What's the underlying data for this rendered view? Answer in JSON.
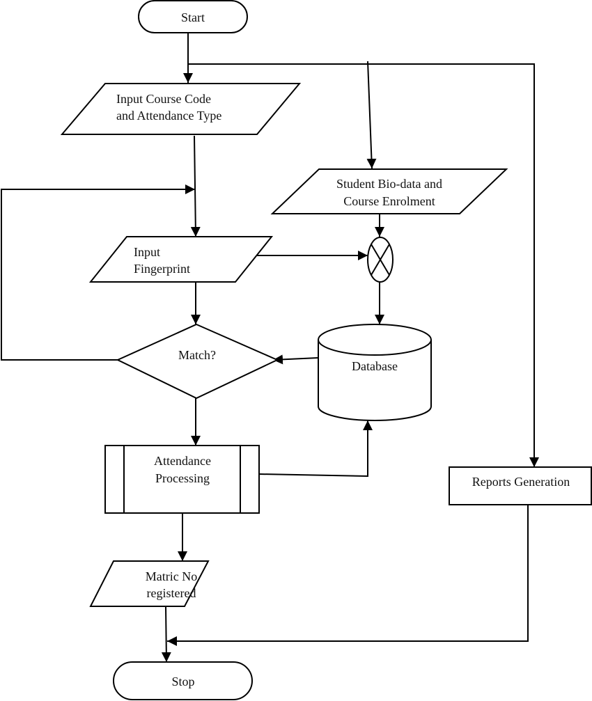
{
  "diagram": {
    "type": "flowchart",
    "nodes": {
      "start": {
        "label": "Start",
        "shape": "terminator"
      },
      "input_course": {
        "lines": [
          "Input Course Code",
          "and Attendance Type"
        ],
        "shape": "parallelogram"
      },
      "student_biodata": {
        "lines": [
          "Student Bio-data and",
          "Course Enrolment"
        ],
        "shape": "parallelogram"
      },
      "input_fingerprint": {
        "lines": [
          "Input",
          "Fingerprint"
        ],
        "shape": "parallelogram"
      },
      "summing_junction": {
        "label": "",
        "shape": "or-junction"
      },
      "match": {
        "label": "Match?",
        "shape": "decision"
      },
      "database": {
        "label": "Database",
        "shape": "cylinder"
      },
      "attendance_processing": {
        "lines": [
          "Attendance",
          "Processing"
        ],
        "shape": "predefined-process"
      },
      "reports_generation": {
        "label": "Reports Generation",
        "shape": "process"
      },
      "matric_no": {
        "lines": [
          "Matric No",
          "registered"
        ],
        "shape": "parallelogram"
      },
      "stop": {
        "label": "Stop",
        "shape": "terminator"
      }
    },
    "edges": [
      {
        "from": "start",
        "to": "input_course"
      },
      {
        "from": "start",
        "to": "student_biodata"
      },
      {
        "from": "start",
        "to": "reports_generation"
      },
      {
        "from": "input_course",
        "to": "input_fingerprint"
      },
      {
        "from": "match",
        "to": "input_fingerprint",
        "note": "loop back on no match"
      },
      {
        "from": "input_fingerprint",
        "to": "match"
      },
      {
        "from": "input_fingerprint",
        "to": "summing_junction"
      },
      {
        "from": "student_biodata",
        "to": "summing_junction"
      },
      {
        "from": "summing_junction",
        "to": "database"
      },
      {
        "from": "database",
        "to": "match"
      },
      {
        "from": "match",
        "to": "attendance_processing"
      },
      {
        "from": "attendance_processing",
        "to": "database"
      },
      {
        "from": "attendance_processing",
        "to": "matric_no"
      },
      {
        "from": "matric_no",
        "to": "stop"
      },
      {
        "from": "reports_generation",
        "to": "stop"
      }
    ],
    "colors": {
      "stroke": "#000000",
      "fill": "#ffffff",
      "text": "#111111"
    }
  }
}
